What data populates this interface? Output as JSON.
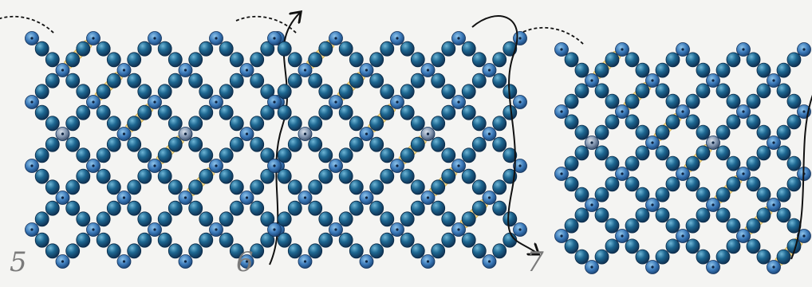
{
  "steps": [
    {
      "label": "5"
    },
    {
      "label": "6"
    },
    {
      "label": "7"
    }
  ],
  "colors": {
    "background": "#f4f4f2",
    "bead_dark": "#123a63",
    "bead_mid": "#1d6690",
    "bead_light": "#58a6c9",
    "junction_bead": "#3a78b8",
    "junction_dot": "#0c2340",
    "thread_path": "#111111",
    "highlight_bar": "#f6d98a",
    "highlight_bar_edge": "#d8b657",
    "step_label": "#7a7a7a"
  }
}
